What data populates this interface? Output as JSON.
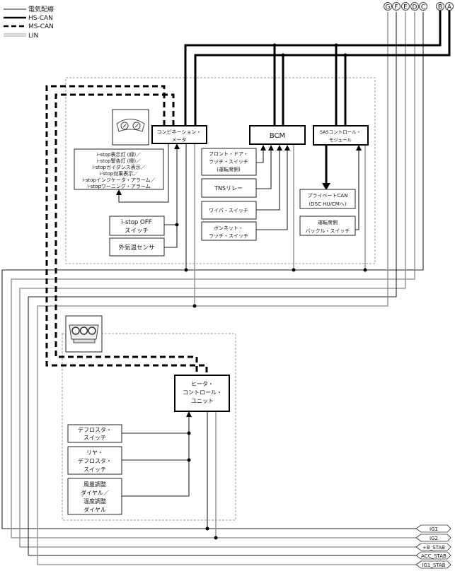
{
  "legend": {
    "wire": "電気配線",
    "hs_can": "HS-CAN",
    "ms_can": "MS-CAN",
    "lin": "LIN"
  },
  "connectors": [
    "G",
    "F",
    "E",
    "D",
    "C",
    "B",
    "A"
  ],
  "power_labels": [
    "IG1",
    "IG2",
    "+B_STAB",
    "ACC_STAB",
    "IG1_STAB"
  ],
  "meter": {
    "name_lines": [
      "コンビネーション・",
      "メータ"
    ],
    "indicators": [
      "i-stop表示灯 (緑)／",
      "i-stop警告灯 (橙)／",
      "i-stopガイダンス表示／",
      "i-stop効果表示／",
      "i-stopインジケータ・アラーム／",
      "i-stopワーニング・アラーム"
    ],
    "istop_off_lines": [
      "i-stop OFF",
      "スイッチ"
    ],
    "temp_sensor": "外気温センサ"
  },
  "bcm": {
    "name": "BCM",
    "inputs": [
      {
        "lines": [
          "フロント・ドア・",
          "ラッチ・スイッチ",
          "(運転席側)"
        ]
      },
      {
        "lines": [
          "TNSリレー"
        ]
      },
      {
        "lines": [
          "ワイパ・スイッチ"
        ]
      },
      {
        "lines": [
          "ボンネット・",
          "ラッチ・スイッチ"
        ]
      }
    ]
  },
  "sas": {
    "name_lines": [
      "SASコントロール・",
      "モジュール"
    ],
    "private_can_lines": [
      "プライベートCAN",
      "(DSC HU/CMへ)"
    ],
    "buckle_lines": [
      "運転席側",
      "バックル・スイッチ"
    ]
  },
  "heater": {
    "name_lines": [
      "ヒータ・",
      "コントロール・",
      "ユニット"
    ],
    "inputs": [
      {
        "lines": [
          "デフロスタ・",
          "スイッチ"
        ]
      },
      {
        "lines": [
          "リヤ・",
          "デフロスタ・",
          "スイッチ"
        ]
      },
      {
        "lines": [
          "風量調整",
          "ダイヤル／",
          "温度調整",
          "ダイヤル"
        ]
      }
    ]
  },
  "icons": {
    "meter": "instrument-cluster-icon",
    "heater": "climate-control-panel-icon"
  }
}
